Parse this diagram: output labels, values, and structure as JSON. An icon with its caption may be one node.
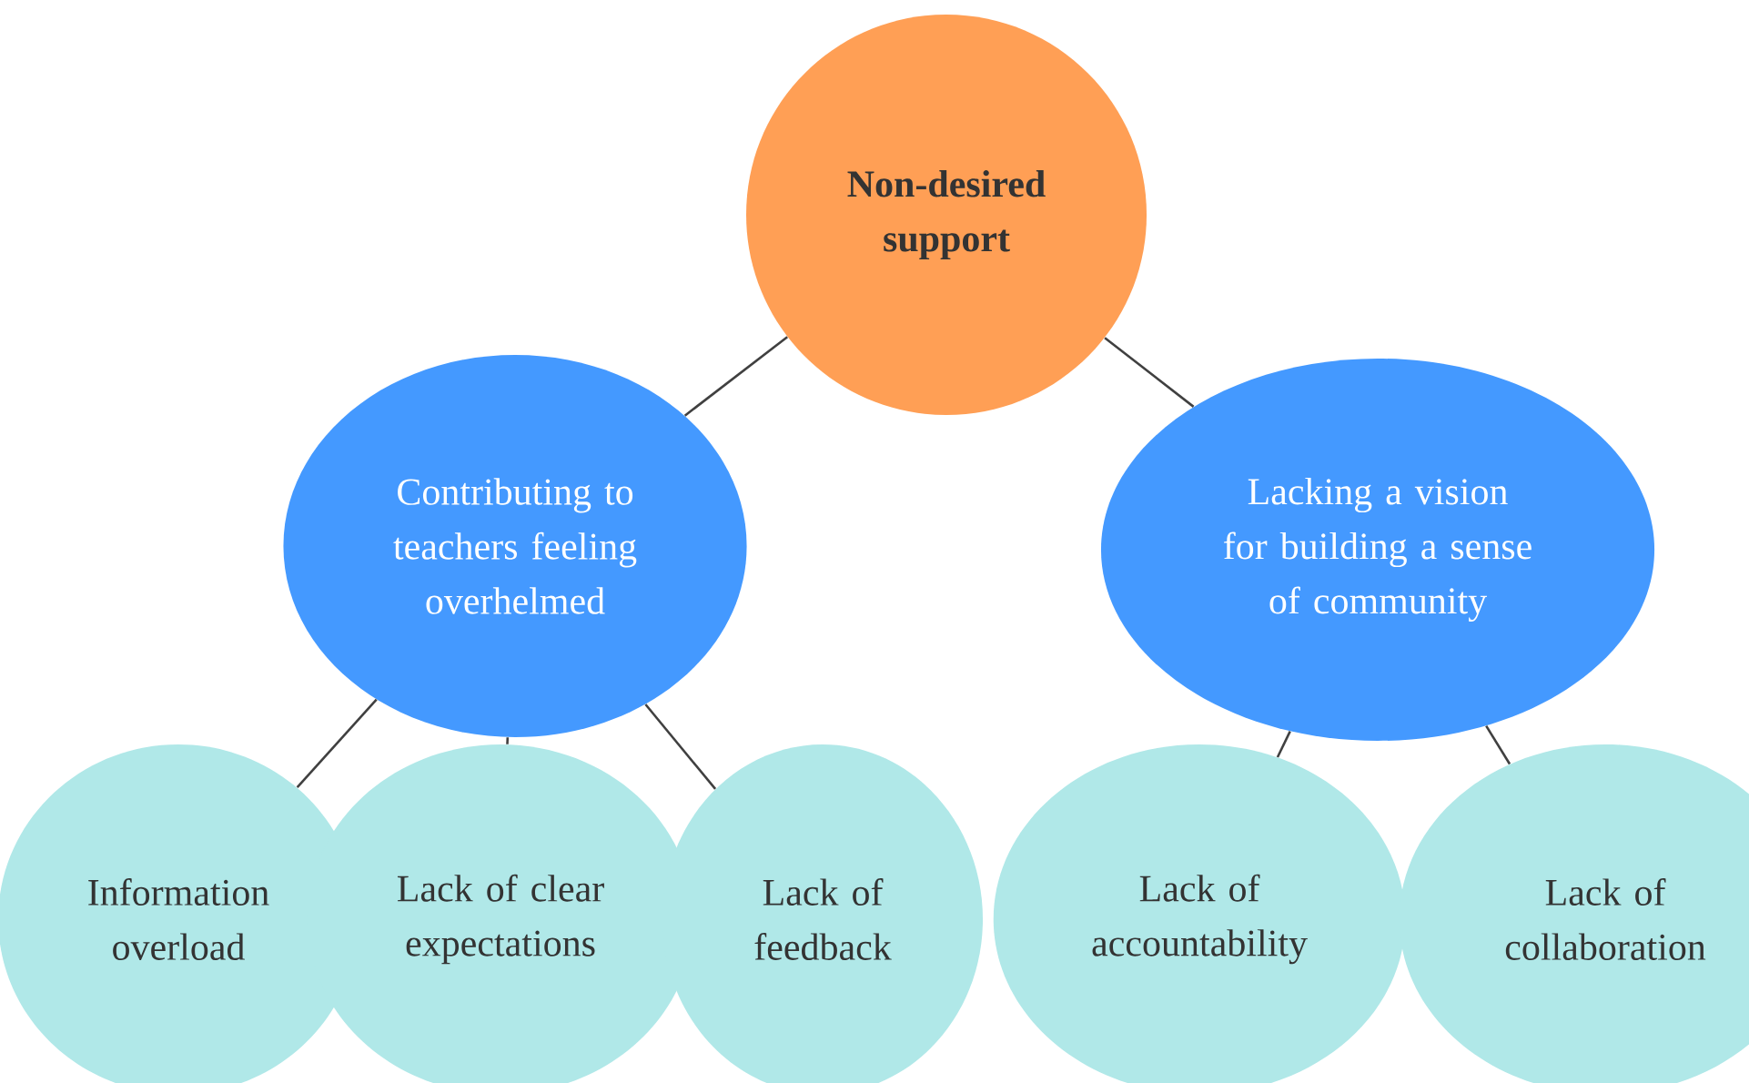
{
  "diagram": {
    "nodes": [
      {
        "text": [
          "Non-desired support"
        ]
      },
      {
        "text": [
          "Contributing to teachers feeling overhelmed"
        ]
      },
      {
        "text": [
          "Lacking a vision for building a sense of community"
        ]
      },
      {
        "text": [
          "Information overload"
        ]
      },
      {
        "text": [
          "Lack of clear expectations"
        ]
      },
      {
        "text": [
          "Lack of feedback"
        ]
      },
      {
        "text": [
          "Lack of accountability"
        ]
      },
      {
        "text": [
          "Lack of collaboration"
        ]
      }
    ],
    "edges": [
      {
        "from": 0,
        "to": 1,
        "arrow": "none"
      },
      {
        "from": 0,
        "to": 2,
        "arrow": "none"
      },
      {
        "from": 1,
        "to": 3,
        "arrow": "none"
      },
      {
        "from": 1,
        "to": 4,
        "arrow": "none"
      },
      {
        "from": 1,
        "to": 5,
        "arrow": "none"
      },
      {
        "from": 2,
        "to": 6,
        "arrow": "none"
      },
      {
        "from": 2,
        "to": 7,
        "arrow": "none"
      }
    ]
  }
}
